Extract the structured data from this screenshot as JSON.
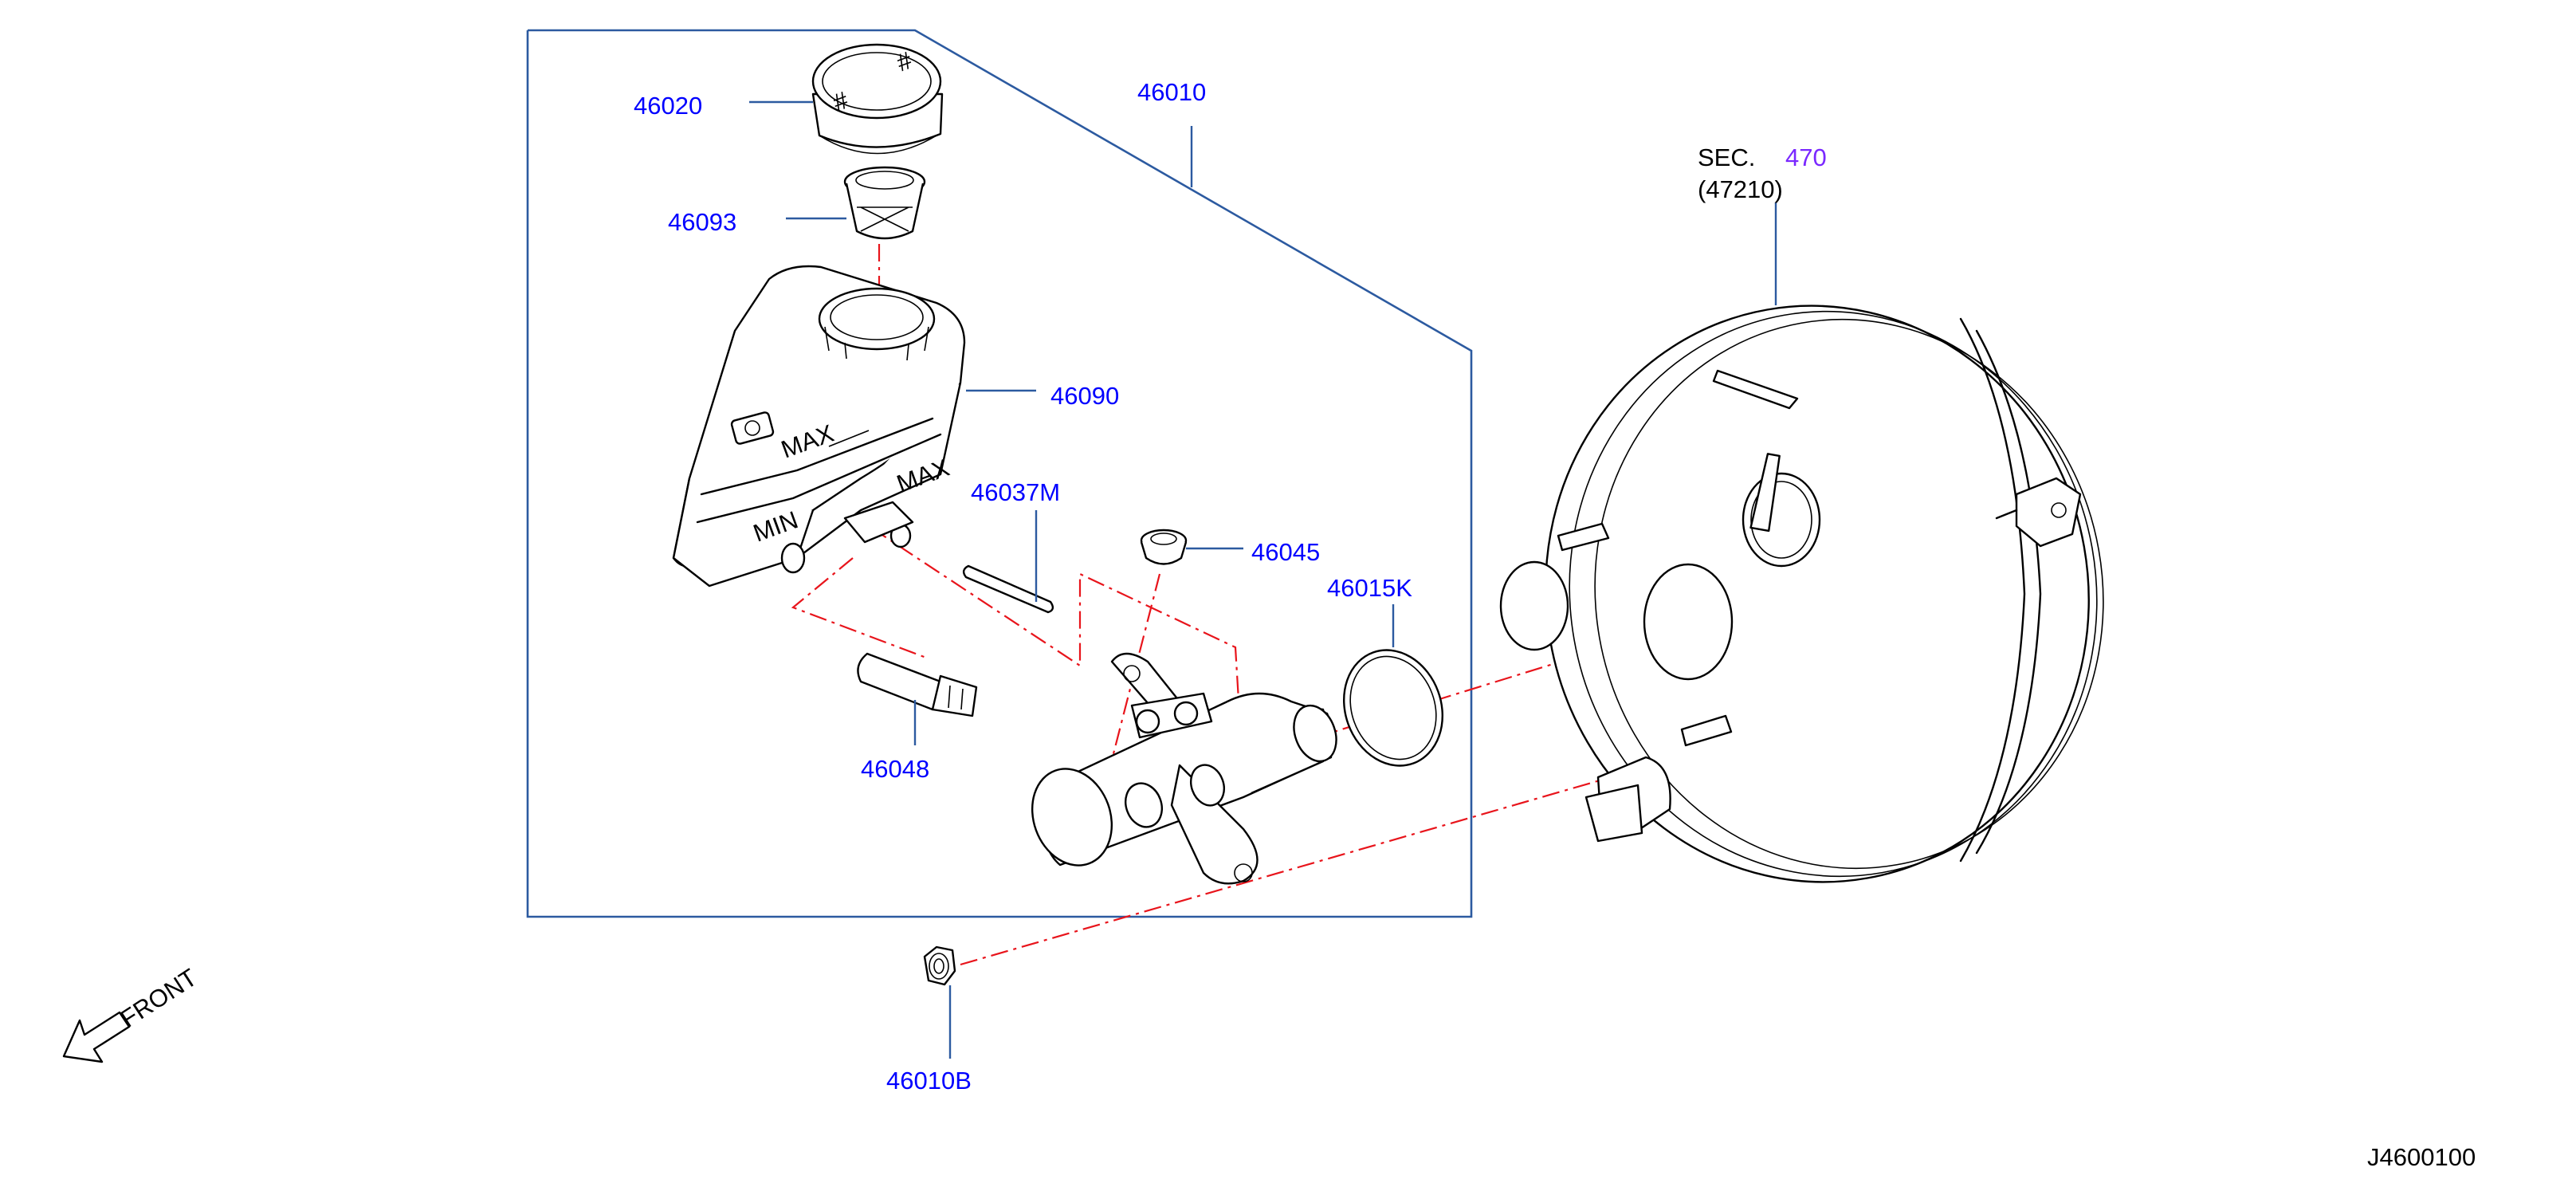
{
  "labels": {
    "p46020": "46020",
    "p46093": "46093",
    "p46010": "46010",
    "p46090": "46090",
    "p46037M": "46037M",
    "p46045": "46045",
    "p46015K": "46015K",
    "p46048": "46048",
    "p46010B": "46010B",
    "sec_prefix": "SEC.",
    "sec_number": "470",
    "sec_sub": "(47210)",
    "front": "FRONT",
    "diagram_id": "J4600100"
  },
  "colors": {
    "part_label": "#0000ff",
    "section_number": "#7a28ff",
    "leader_line": "#2c5aa0",
    "centerline": "#e8141b",
    "outline": "#000000"
  },
  "icons": {
    "front_arrow": "arrow-down-left-outline"
  }
}
